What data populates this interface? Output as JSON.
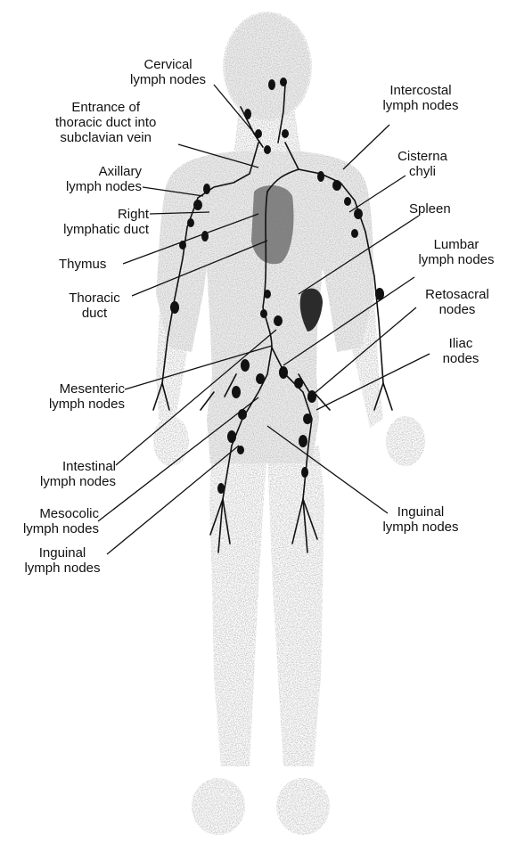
{
  "labels": {
    "cervical": [
      "Cervical",
      "lymph nodes"
    ],
    "entrance": [
      "Entrance of",
      "thoracic duct into",
      "subclavian vein"
    ],
    "axillary": [
      "Axillary",
      "lymph nodes"
    ],
    "right_duct": [
      "Right",
      "lymphatic duct"
    ],
    "thymus": [
      "Thymus"
    ],
    "thoracic": [
      "Thoracic",
      "duct"
    ],
    "mesenteric": [
      "Mesenteric",
      "lymph nodes"
    ],
    "intestinal": [
      "Intestinal",
      "lymph nodes"
    ],
    "mesocolic": [
      "Mesocolic",
      "lymph nodes"
    ],
    "inguinal_left": [
      "Inguinal",
      "lymph nodes"
    ],
    "intercostal": [
      "Intercostal",
      "lymph nodes"
    ],
    "cisterna": [
      "Cisterna",
      "chyli"
    ],
    "spleen": [
      "Spleen"
    ],
    "lumbar": [
      "Lumbar",
      "lymph nodes"
    ],
    "retosacral": [
      "Retosacral",
      "nodes"
    ],
    "iliac": [
      "Iliac",
      "nodes"
    ],
    "inguinal_right": [
      "Inguinal",
      "lymph nodes"
    ]
  },
  "colors": {
    "ink": "#111111",
    "body": "#b5b5b5",
    "organ": "#6a6a6a"
  }
}
